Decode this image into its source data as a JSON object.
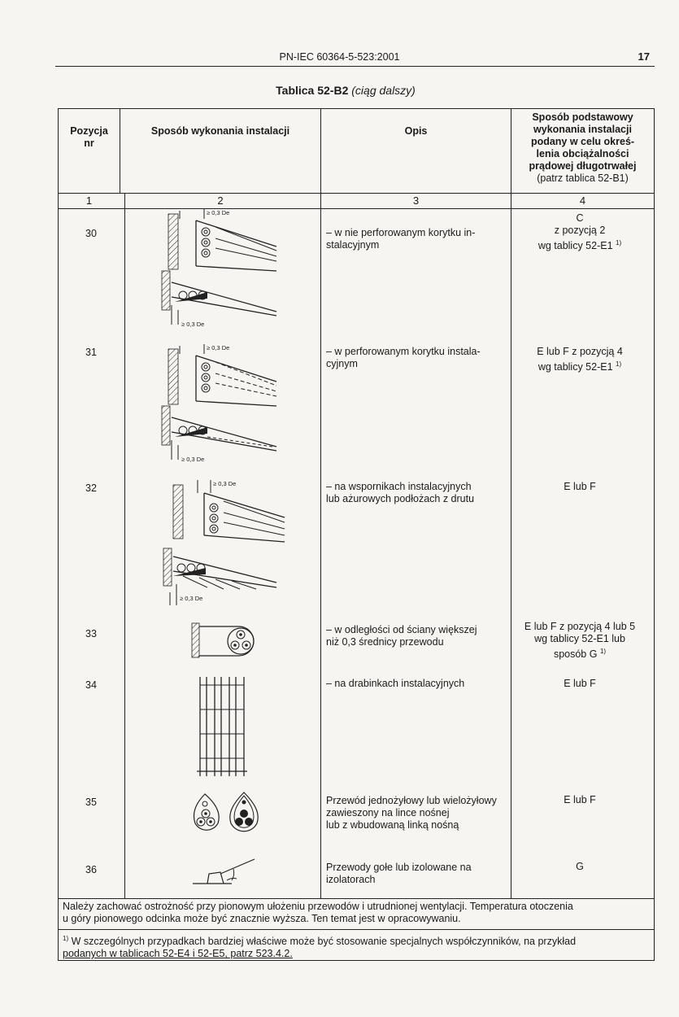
{
  "header": {
    "standard": "PN-IEC 60364-5-523:2001",
    "page_number": "17"
  },
  "table_title": {
    "main": "Tablica 52-B2",
    "suffix": "(ciąg dalszy)"
  },
  "columns": {
    "pos_line1": "Pozycja",
    "pos_line2": "nr",
    "method": "Sposób wykonania instalacji",
    "desc": "Opis",
    "ref_line1": "Sposób podstawowy",
    "ref_line2": "wykonania instalacji",
    "ref_line3": "podany w celu okreś-",
    "ref_line4": "lenia obciążalności",
    "ref_line5": "prądowej długotrwałej",
    "ref_line6": "(patrz tablica 52-B1)",
    "n1": "1",
    "n2": "2",
    "n3": "3",
    "n4": "4"
  },
  "rows": [
    {
      "pos": "30",
      "desc": [
        "– w nie perforowanym korytku in-",
        "stalacyjnym"
      ],
      "ref": [
        "C",
        "z pozycją 2",
        "wg tablicy 52-E1"
      ],
      "ref_fn": "1)"
    },
    {
      "pos": "31",
      "desc": [
        "– w perforowanym korytku instala-",
        "cyjnym"
      ],
      "ref": [
        "E lub F z pozycją 4",
        "wg tablicy 52-E1"
      ],
      "ref_fn": "1)"
    },
    {
      "pos": "32",
      "desc": [
        "– na wspornikach instalacyjnych",
        "lub ażurowych podłożach z drutu"
      ],
      "ref": [
        "E lub F"
      ]
    },
    {
      "pos": "33",
      "desc": [
        "– w odległości od ściany większej",
        "niż 0,3 średnicy przewodu"
      ],
      "ref": [
        "E lub F z pozycją 4 lub 5",
        "wg tablicy 52-E1 lub",
        "sposób G"
      ],
      "ref_fn": "1)"
    },
    {
      "pos": "34",
      "desc": [
        "– na drabinkach instalacyjnych"
      ],
      "ref": [
        "E lub F"
      ]
    },
    {
      "pos": "35",
      "desc": [
        "Przewód jednożyłowy lub wielożyłowy zawieszony na lince nośnej",
        "lub z wbudowaną linką nośną"
      ],
      "ref": [
        "E lub F"
      ]
    },
    {
      "pos": "36",
      "desc": [
        "Przewody gołe lub izolowane na",
        "izolatorach"
      ],
      "ref": [
        "G"
      ]
    }
  ],
  "figure_labels": {
    "spacing": "≥ 0,3 De"
  },
  "notes": {
    "general_line1": "Należy zachować ostrożność przy pionowym ułożeniu przewodów i utrudnionej wentylacji. Temperatura otoczenia",
    "general_line2": "u góry pionowego odcinka może być znacznie wyższa. Ten temat jest w opracowywaniu.",
    "footnote_mark": "1)",
    "footnote_line1": "W szczególnych przypadkach bardziej właściwe może być stosowanie specjalnych współczynników, na przykład",
    "footnote_line2": "podanych w tablicach 52-E4 i 52-E5, patrz 523.4.2."
  }
}
